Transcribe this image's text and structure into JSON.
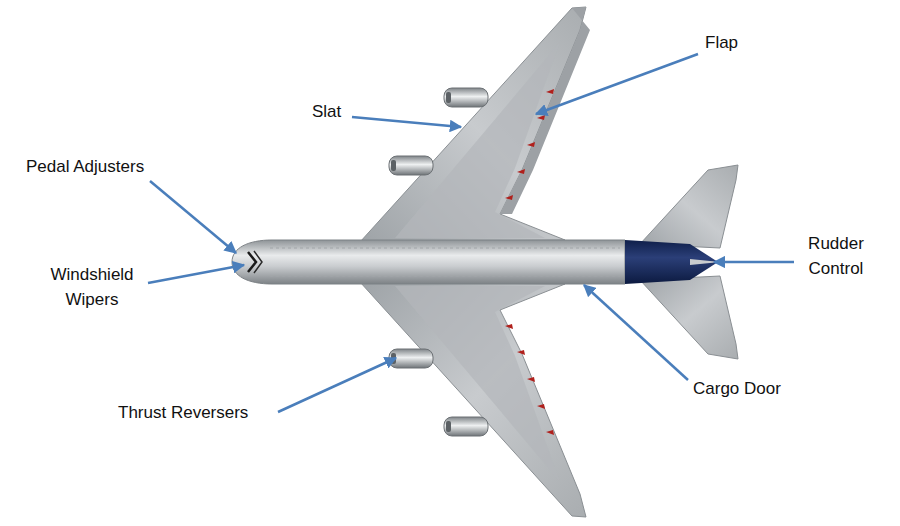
{
  "diagram": {
    "labels": [
      "Flap",
      "Slat",
      "Pedal Adjusters",
      "Windshield Wipers",
      "Thrust Reversers",
      "Cargo Door",
      "Rudder Control"
    ]
  }
}
